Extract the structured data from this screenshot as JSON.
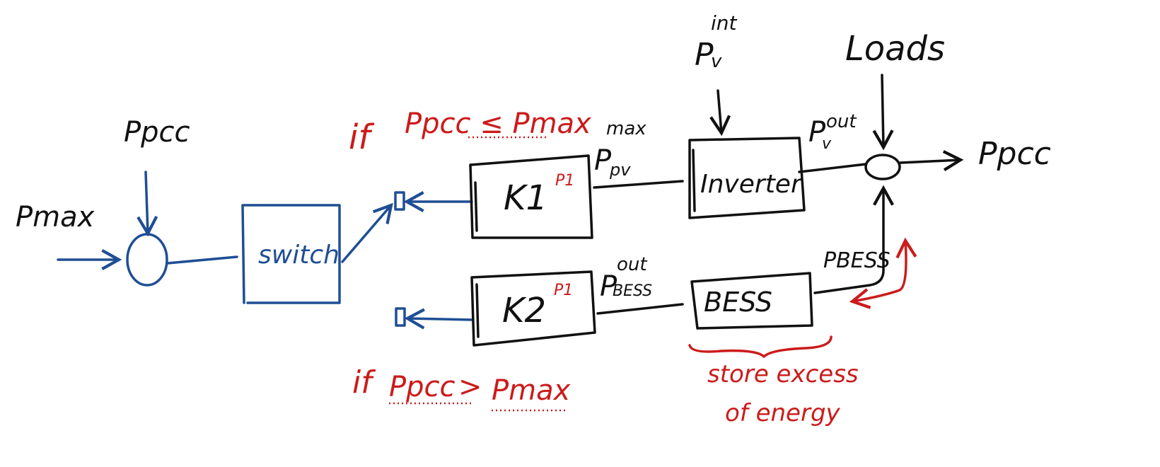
{
  "diagram": {
    "colors": {
      "ink": "#111111",
      "blue": "#1f4e94",
      "red": "#cc1b1b"
    },
    "labels": {
      "pmax_input": "Pmax",
      "ppcc_input": "Ppcc",
      "switch": "switch",
      "k1": "K1",
      "k1_tag": "P1",
      "k2": "K2",
      "k2_tag": "P1",
      "inverter": "Inverter",
      "bess": "BESS",
      "ppv_max_base": "P",
      "ppv_max_sub": "pv",
      "ppv_max_sup": "max",
      "ppv_int_base": "P",
      "ppv_int_sub": "v",
      "ppv_int_sup": "int",
      "ppv_out_base": "P",
      "ppv_out_sub": "v",
      "ppv_out_sup": "out",
      "pbess_out_base": "P",
      "pbess_out_sub": "BESS",
      "pbess_out_sup": "out",
      "pbess": "PBESS",
      "loads": "Loads",
      "ppcc_output": "Ppcc"
    },
    "conditions": {
      "upper_if": "if",
      "upper_expr": "Ppcc ≤ Pmax",
      "lower_if": "if",
      "lower_expr_left": "Ppcc",
      "lower_op": ">",
      "lower_expr_right": "Pmax"
    },
    "annotation": {
      "line1": "store excess",
      "line2": "of energy"
    }
  }
}
